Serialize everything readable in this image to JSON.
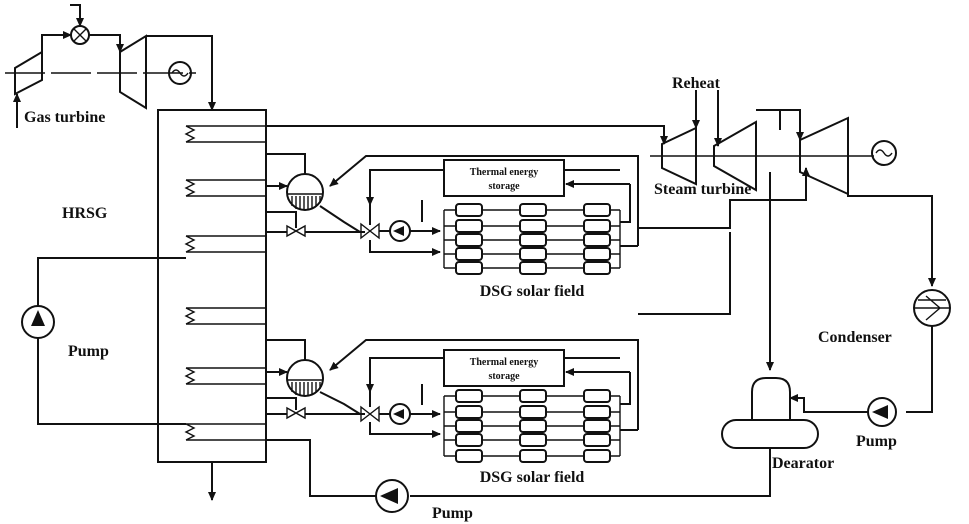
{
  "labels": {
    "gas_turbine": "Gas turbine",
    "hrsg": "HRSG",
    "reheat": "Reheat",
    "steam_turbine": "Steam turbine",
    "condenser": "Condenser",
    "dearator": "Dearator",
    "pump_left": "Pump",
    "pump_condenser": "Pump",
    "pump_bottom": "Pump",
    "dsg_field_top": "DSG solar field",
    "dsg_field_bottom": "DSG solar field",
    "tes_top_line1": "Thermal energy",
    "tes_top_line2": "storage",
    "tes_bottom_line1": "Thermal energy",
    "tes_bottom_line2": "storage"
  }
}
